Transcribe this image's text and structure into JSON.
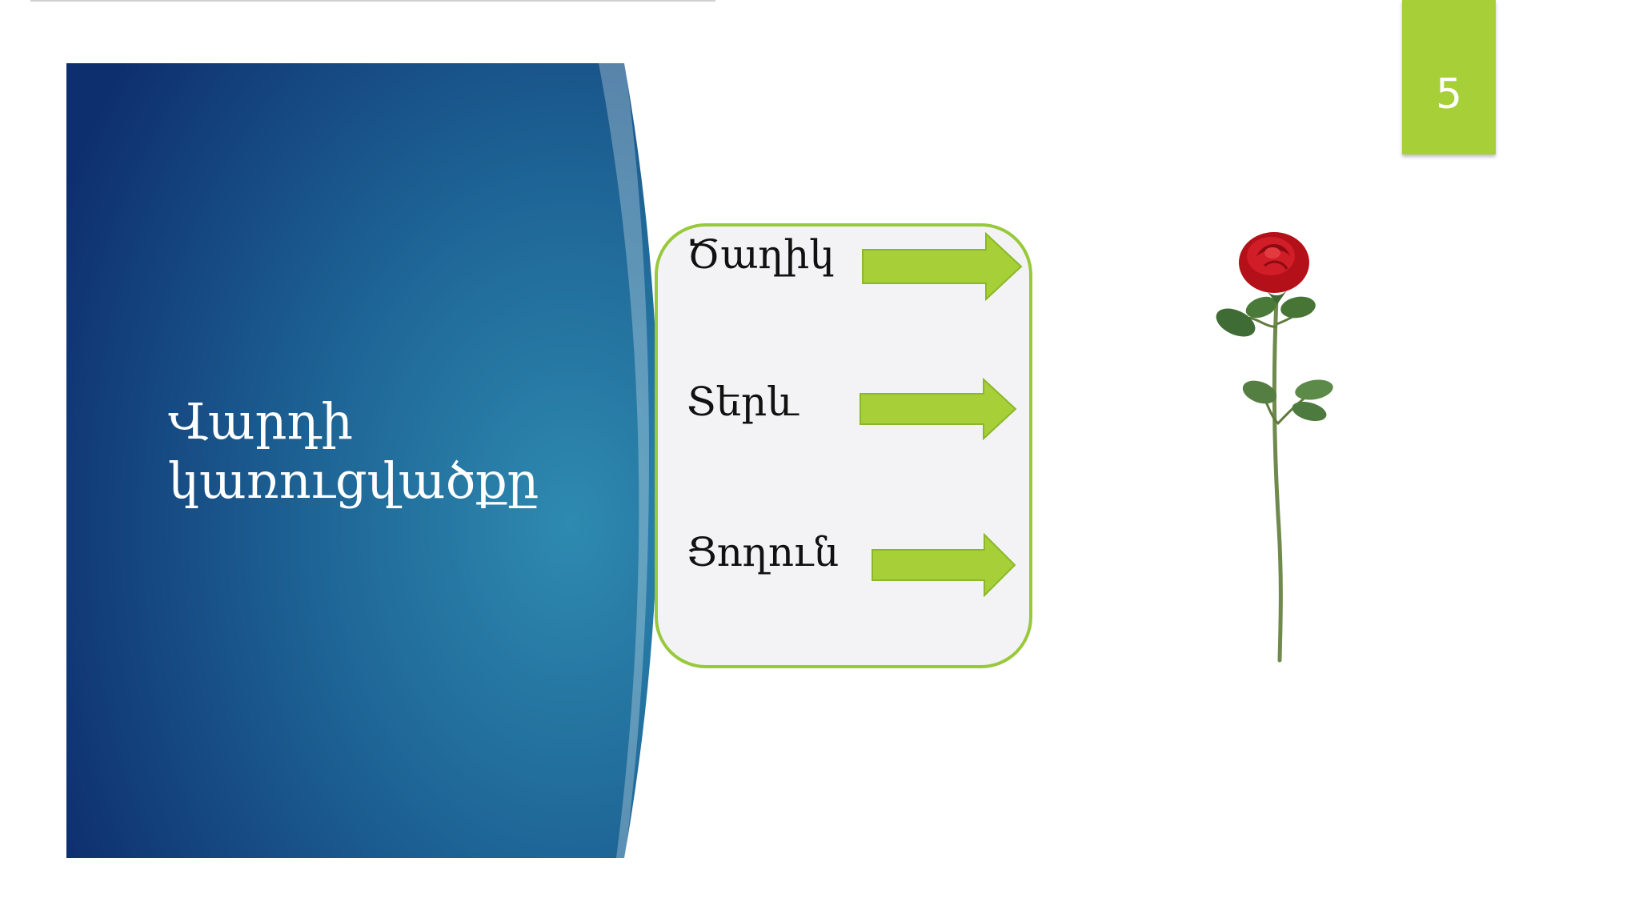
{
  "slide": {
    "title_line1": "Վարդի",
    "title_line2": "կառուցվածքը",
    "page_number": "5",
    "parts": [
      {
        "label": "Ծաղիկ"
      },
      {
        "label": "Տերև"
      },
      {
        "label": "Ցողուն"
      }
    ],
    "image_subject": "rose-image",
    "colors": {
      "accent_green": "#a6cf38",
      "arrow_green": "#a6cf38",
      "panel_blue_dark": "#0f3371",
      "panel_blue_light": "#2e86a8",
      "rose_red": "#c0141e"
    }
  }
}
